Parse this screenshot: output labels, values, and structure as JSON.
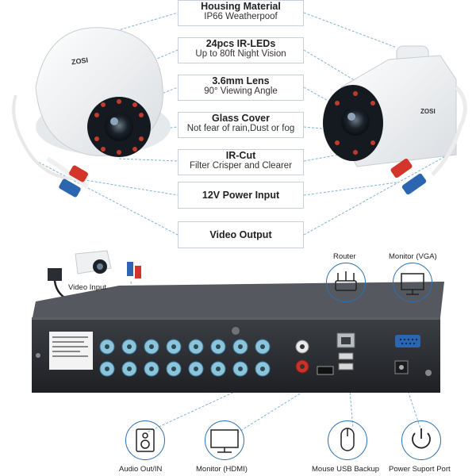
{
  "camera_dome": {
    "brand": "ZOSI"
  },
  "camera_bullet": {
    "brand": "ZOSI"
  },
  "features": [
    {
      "title": "Housing Material",
      "subtitle": "IP66 Weatherpoof"
    },
    {
      "title": "24pcs IR-LEDs",
      "subtitle": "Up to 80ft Night Vision"
    },
    {
      "title": "3.6mm Lens",
      "subtitle": "90° Viewing Angle"
    },
    {
      "title": "Glass Cover",
      "subtitle": "Not fear of rain,Dust or fog"
    },
    {
      "title": "IR-Cut",
      "subtitle": "Filter Crisper and Clearer"
    },
    {
      "title": "12V  Power Input",
      "subtitle": ""
    },
    {
      "title": "Video Output",
      "subtitle": ""
    }
  ],
  "dvr_labels": {
    "video_input": "Video Input",
    "router": "Router",
    "monitor_vga": "Monitor (VGA)"
  },
  "bottom_icons": [
    {
      "icon": "speaker-icon",
      "label": "Audio Out/IN"
    },
    {
      "icon": "monitor-icon",
      "label": "Monitor (HDMI)"
    },
    {
      "icon": "mouse-icon",
      "label": "Mouse USB Backup"
    },
    {
      "icon": "power-icon",
      "label": "Power Suport Port"
    }
  ],
  "colors": {
    "accent": "#2b6fb3",
    "bnc": "#8cc4dc",
    "dvr_body": "#2d2f33"
  }
}
